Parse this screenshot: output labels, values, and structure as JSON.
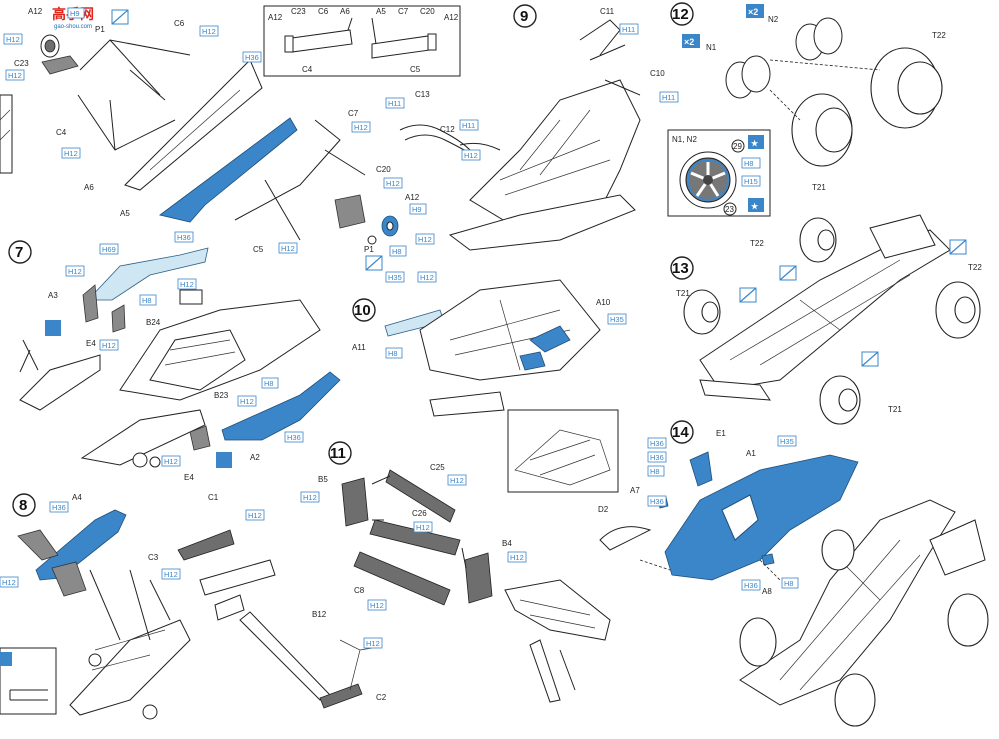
{
  "watermark": {
    "brand": "高手网",
    "site": "gao-shou.com"
  },
  "steps": [
    "7",
    "8",
    "9",
    "10",
    "11",
    "12",
    "13",
    "14"
  ],
  "labels": {
    "top_left": [
      "A12",
      "P1",
      "C23",
      "C4",
      "A6",
      "A5",
      "C6",
      "C7",
      "C5",
      "C20",
      "A12",
      "P1"
    ],
    "inset": [
      "A12",
      "C23",
      "C6",
      "A6",
      "A5",
      "C7",
      "C20",
      "A12",
      "C4",
      "C5"
    ],
    "step7": [
      "A3",
      "B24",
      "E4",
      "B23",
      "E4",
      "A2"
    ],
    "step8": [
      "A4",
      "C3",
      "C1",
      "B12",
      "C2"
    ],
    "step9": [
      "C11",
      "C10",
      "C13",
      "C12"
    ],
    "step10": [
      "A11",
      "A10"
    ],
    "step11": [
      "B5",
      "C25",
      "C26",
      "C8",
      "B4"
    ],
    "step12": [
      "N2",
      "N1",
      "T22",
      "T21",
      "N1, N2"
    ],
    "step13": [
      "T22",
      "T22",
      "T21",
      "T21"
    ],
    "step14": [
      "E1",
      "A1",
      "A7",
      "D2",
      "A8"
    ]
  },
  "paint_codes": {
    "h12": "H12",
    "h9": "H9",
    "h11": "H11",
    "h8": "H8",
    "h35": "H35",
    "h36": "H36",
    "h69": "H69",
    "h15": "H15"
  },
  "multipliers": {
    "x2": "×2"
  },
  "decal_numbers": [
    "29",
    "23"
  ],
  "colors": {
    "blue": "#3a86c8",
    "grey": "#8a8a8a",
    "red": "#e0251b"
  }
}
